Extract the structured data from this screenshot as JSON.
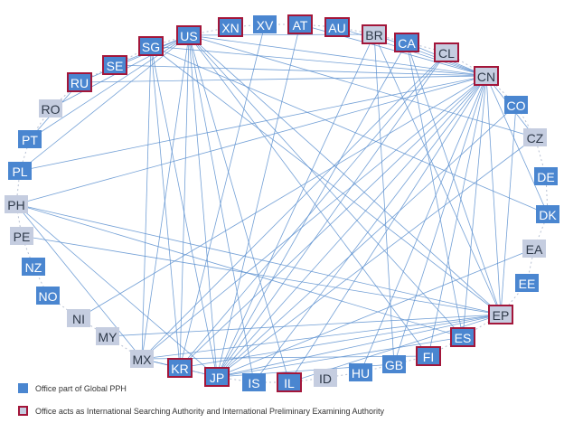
{
  "colors": {
    "pph": "#4a86d0",
    "non_pph": "#c5cde0",
    "isa_border": "#a3163a",
    "edge": "#5b8fcf",
    "dotted": "#b7c0d2"
  },
  "nodes": [
    {
      "id": "XN",
      "pph": true,
      "isa": true
    },
    {
      "id": "XV",
      "pph": true,
      "isa": false
    },
    {
      "id": "AT",
      "pph": true,
      "isa": true
    },
    {
      "id": "AU",
      "pph": true,
      "isa": true
    },
    {
      "id": "BR",
      "pph": false,
      "isa": true
    },
    {
      "id": "CA",
      "pph": true,
      "isa": true
    },
    {
      "id": "CL",
      "pph": false,
      "isa": true
    },
    {
      "id": "CN",
      "pph": false,
      "isa": true
    },
    {
      "id": "CO",
      "pph": true,
      "isa": false
    },
    {
      "id": "CZ",
      "pph": false,
      "isa": false
    },
    {
      "id": "DE",
      "pph": true,
      "isa": false
    },
    {
      "id": "DK",
      "pph": true,
      "isa": false
    },
    {
      "id": "EA",
      "pph": false,
      "isa": false
    },
    {
      "id": "EE",
      "pph": true,
      "isa": false
    },
    {
      "id": "EP",
      "pph": false,
      "isa": true
    },
    {
      "id": "ES",
      "pph": true,
      "isa": true
    },
    {
      "id": "FI",
      "pph": true,
      "isa": true
    },
    {
      "id": "GB",
      "pph": true,
      "isa": false
    },
    {
      "id": "HU",
      "pph": true,
      "isa": false
    },
    {
      "id": "ID",
      "pph": false,
      "isa": false
    },
    {
      "id": "IL",
      "pph": true,
      "isa": true
    },
    {
      "id": "IS",
      "pph": true,
      "isa": false
    },
    {
      "id": "JP",
      "pph": true,
      "isa": true
    },
    {
      "id": "KR",
      "pph": true,
      "isa": true
    },
    {
      "id": "MX",
      "pph": false,
      "isa": false
    },
    {
      "id": "MY",
      "pph": false,
      "isa": false
    },
    {
      "id": "NI",
      "pph": false,
      "isa": false
    },
    {
      "id": "NO",
      "pph": true,
      "isa": false
    },
    {
      "id": "NZ",
      "pph": true,
      "isa": false
    },
    {
      "id": "PE",
      "pph": false,
      "isa": false
    },
    {
      "id": "PH",
      "pph": false,
      "isa": false
    },
    {
      "id": "PL",
      "pph": true,
      "isa": false
    },
    {
      "id": "PT",
      "pph": true,
      "isa": false
    },
    {
      "id": "RO",
      "pph": false,
      "isa": false
    },
    {
      "id": "RU",
      "pph": true,
      "isa": true
    },
    {
      "id": "SE",
      "pph": true,
      "isa": true
    },
    {
      "id": "SG",
      "pph": true,
      "isa": true
    },
    {
      "id": "US",
      "pph": true,
      "isa": true
    }
  ],
  "edges": [
    [
      "US",
      "SE"
    ],
    [
      "US",
      "RU"
    ],
    [
      "US",
      "RO"
    ],
    [
      "US",
      "PT"
    ],
    [
      "US",
      "PL"
    ],
    [
      "US",
      "MX"
    ],
    [
      "US",
      "KR"
    ],
    [
      "US",
      "JP"
    ],
    [
      "US",
      "IL"
    ],
    [
      "US",
      "ES"
    ],
    [
      "US",
      "FI"
    ],
    [
      "US",
      "EP"
    ],
    [
      "US",
      "CN"
    ],
    [
      "US",
      "CZ"
    ],
    [
      "US",
      "BR"
    ],
    [
      "US",
      "IS"
    ],
    [
      "SG",
      "CN"
    ],
    [
      "SG",
      "JP"
    ],
    [
      "SG",
      "KR"
    ],
    [
      "SG",
      "EP"
    ],
    [
      "SG",
      "MX"
    ],
    [
      "SE",
      "CN"
    ],
    [
      "RU",
      "CN"
    ],
    [
      "RU",
      "PT"
    ],
    [
      "XV",
      "KR"
    ],
    [
      "AT",
      "JP"
    ],
    [
      "AT",
      "CN"
    ],
    [
      "AU",
      "CN"
    ],
    [
      "BR",
      "CN"
    ],
    [
      "BR",
      "JP"
    ],
    [
      "BR",
      "GB"
    ],
    [
      "BR",
      "EP"
    ],
    [
      "CA",
      "CN"
    ],
    [
      "CA",
      "EP"
    ],
    [
      "CA",
      "ES"
    ],
    [
      "CA",
      "JP"
    ],
    [
      "CL",
      "JP"
    ],
    [
      "CL",
      "MX"
    ],
    [
      "CL",
      "KR"
    ],
    [
      "CN",
      "PH"
    ],
    [
      "CN",
      "MX"
    ],
    [
      "CN",
      "KR"
    ],
    [
      "CN",
      "JP"
    ],
    [
      "CN",
      "IL"
    ],
    [
      "CN",
      "IS"
    ],
    [
      "CN",
      "HU"
    ],
    [
      "CN",
      "GB"
    ],
    [
      "CN",
      "FI"
    ],
    [
      "CN",
      "ES"
    ],
    [
      "CN",
      "EP"
    ],
    [
      "CN",
      "DK"
    ],
    [
      "CN",
      "CZ"
    ],
    [
      "CN",
      "NI"
    ],
    [
      "CN",
      "PL"
    ],
    [
      "EP",
      "PH"
    ],
    [
      "EP",
      "MX"
    ],
    [
      "EP",
      "MY"
    ],
    [
      "EP",
      "KR"
    ],
    [
      "EP",
      "JP"
    ],
    [
      "EP",
      "IL"
    ],
    [
      "EP",
      "CO"
    ],
    [
      "EP",
      "PE"
    ],
    [
      "ES",
      "PH"
    ],
    [
      "ES",
      "JP"
    ],
    [
      "PH",
      "JP"
    ],
    [
      "PH",
      "MX"
    ],
    [
      "MX",
      "JP"
    ],
    [
      "MX",
      "KR"
    ],
    [
      "DK",
      "SG"
    ],
    [
      "EA",
      "JP"
    ],
    [
      "CZ",
      "JP"
    ],
    [
      "CO",
      "JP"
    ],
    [
      "FI",
      "MX"
    ],
    [
      "GB",
      "JP"
    ]
  ],
  "legend": {
    "pph_label": "Office part of Global PPH",
    "isa_label": "Office acts as International Searching Authority and International Preliminary Examining Authority"
  }
}
